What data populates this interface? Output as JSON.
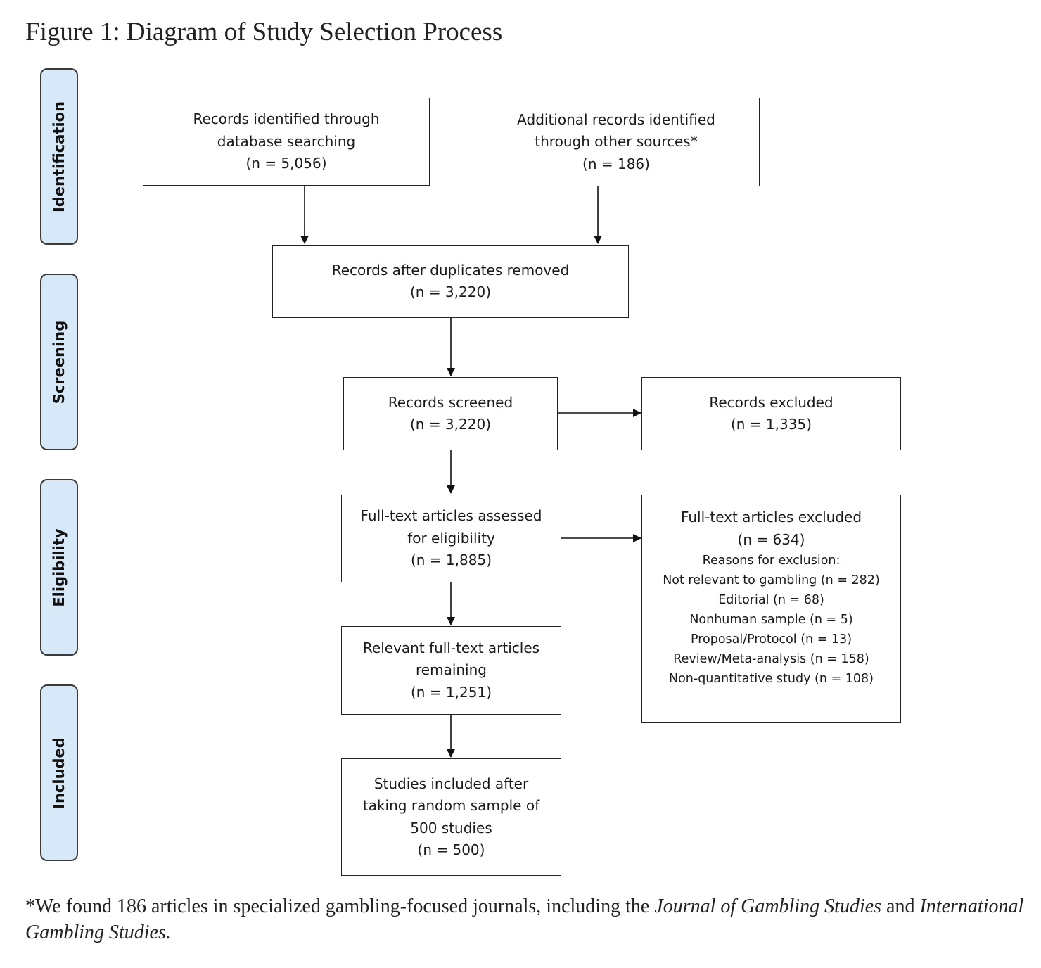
{
  "title": "Figure 1: Diagram of Study Selection Process",
  "stages": {
    "identification": "Identification",
    "screening": "Screening",
    "eligibility": "Eligibility",
    "included": "Included"
  },
  "boxes": {
    "database": {
      "lines": [
        "Records identified through",
        "database searching"
      ],
      "count": "(n = 5,056)"
    },
    "other_sources": {
      "lines": [
        "Additional records identified",
        "through other sources*"
      ],
      "count": "(n = 186)"
    },
    "duplicates_removed": {
      "lines": [
        "Records after duplicates removed"
      ],
      "count": "(n = 3,220)"
    },
    "screened": {
      "lines": [
        "Records screened"
      ],
      "count": "(n = 3,220)"
    },
    "excluded": {
      "lines": [
        "Records excluded"
      ],
      "count": "(n = 1,335)"
    },
    "fulltext_assessed": {
      "lines": [
        "Full-text articles assessed",
        "for eligibility"
      ],
      "count": "(n = 1,885)"
    },
    "fulltext_excluded": {
      "lines": [
        "Full-text articles excluded"
      ],
      "count": "(n = 634)",
      "reasons_heading": "Reasons for exclusion:",
      "reasons": [
        "Not relevant to gambling (n = 282)",
        "Editorial (n = 68)",
        "Nonhuman sample (n = 5)",
        "Proposal/Protocol (n = 13)",
        "Review/Meta-analysis (n = 158)",
        "Non-quantitative study (n = 108)"
      ]
    },
    "relevant_remaining": {
      "lines": [
        "Relevant full-text articles",
        "remaining"
      ],
      "count": "(n = 1,251)"
    },
    "included": {
      "lines": [
        "Studies included after",
        "taking random sample of",
        "500 studies"
      ],
      "count": "(n = 500)"
    }
  },
  "footnote": {
    "before": "*We found 186 articles in specialized gambling-focused journals, including the ",
    "journal1": "Journal of Gambling Studies",
    "middle": " and ",
    "journal2": "International Gambling Studies."
  }
}
